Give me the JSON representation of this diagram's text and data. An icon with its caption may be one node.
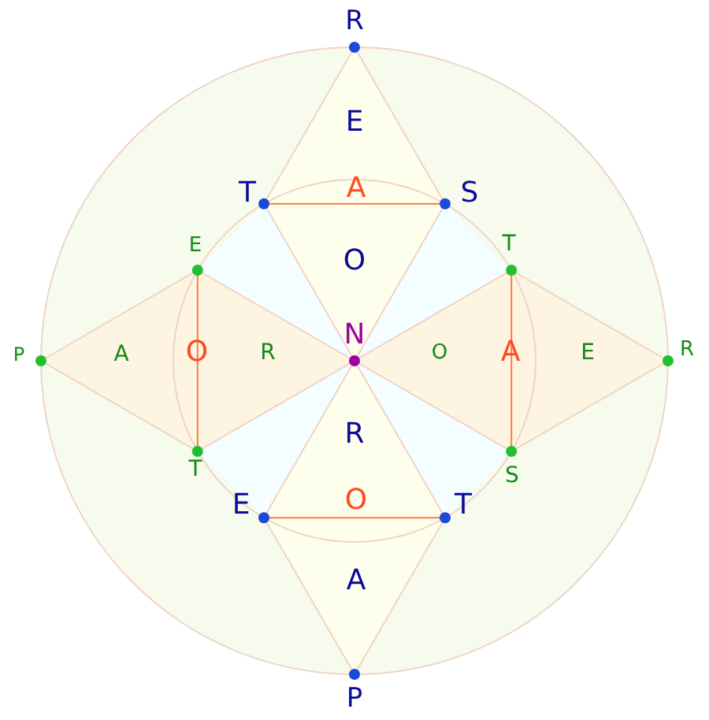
{
  "diagram": {
    "labels": [
      "R",
      "E",
      "T",
      "A",
      "S",
      "E",
      "T",
      "O",
      "N",
      "P",
      "A",
      "O",
      "R",
      "O",
      "A",
      "E",
      "R",
      "R",
      "T",
      "S",
      "E",
      "O",
      "T",
      "A",
      "P"
    ]
  }
}
